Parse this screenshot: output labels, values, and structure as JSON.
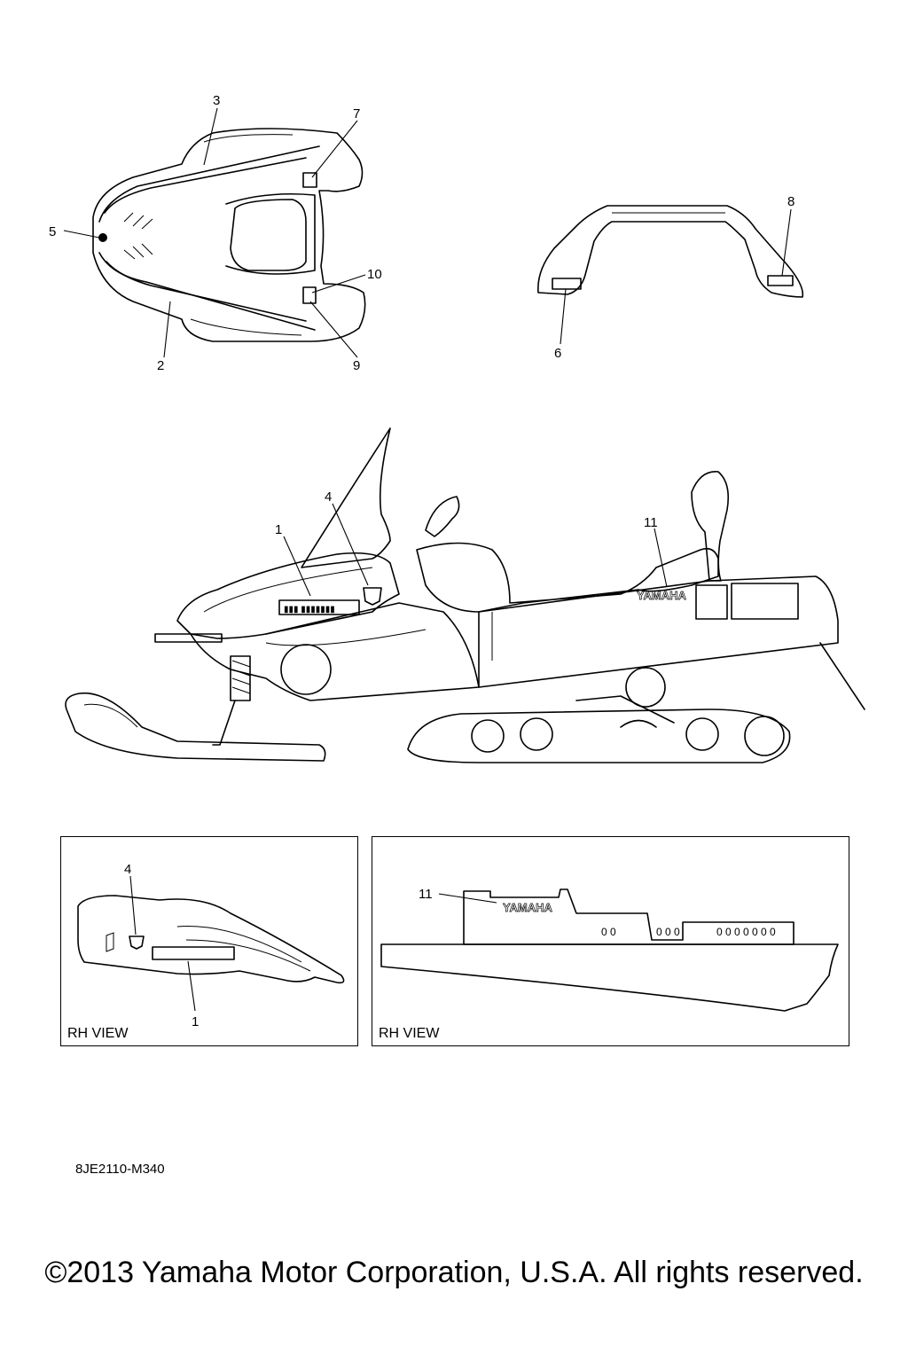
{
  "callouts": {
    "top_cowl": [
      "3",
      "7",
      "5",
      "10",
      "2",
      "9"
    ],
    "side_panel": [
      "8",
      "6"
    ],
    "machine": [
      "4",
      "1",
      "11"
    ],
    "inset_left": [
      "4",
      "1"
    ],
    "inset_right": [
      "11"
    ]
  },
  "decal_text": "YAMAHA",
  "insets": {
    "left_label": "RH VIEW",
    "right_label": "RH VIEW"
  },
  "diagram_code": "8JE2110-M340",
  "copyright": "©2013 Yamaha Motor Corporation, U.S.A. All rights reserved."
}
